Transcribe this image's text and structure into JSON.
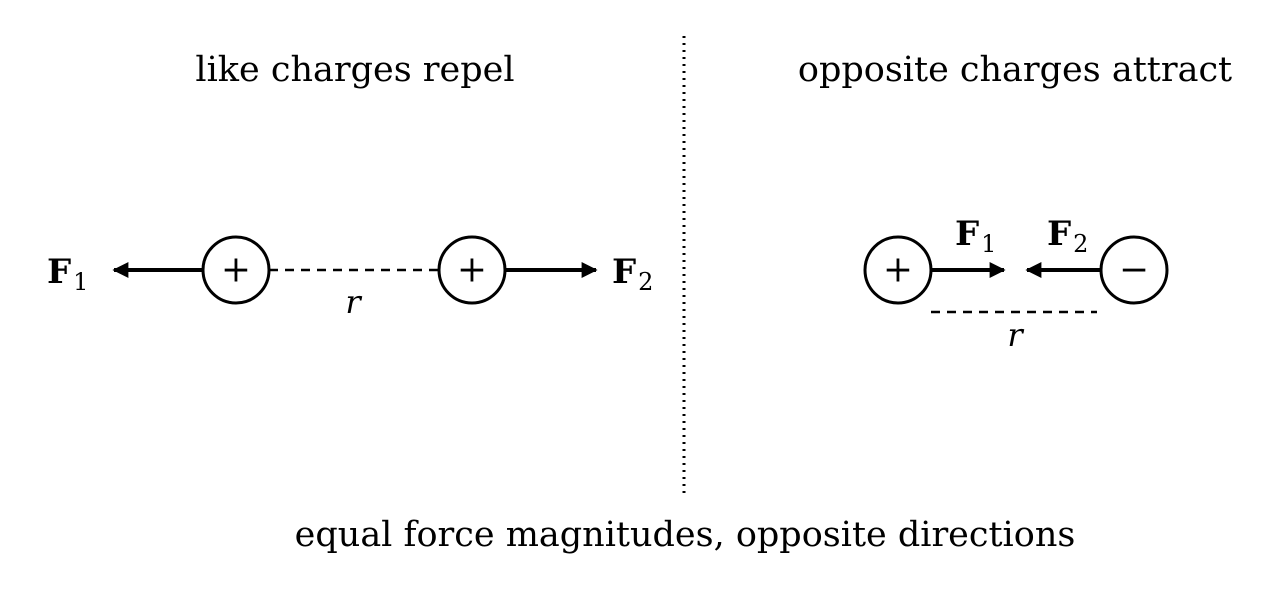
{
  "headings": {
    "left": "like charges repel",
    "right": "opposite charges attract"
  },
  "caption": "equal force magnitudes, opposite directions",
  "left_panel": {
    "charge_a": "+",
    "charge_b": "+",
    "force_a": {
      "symbol": "F",
      "subscript": "1"
    },
    "force_b": {
      "symbol": "F",
      "subscript": "2"
    },
    "distance_label": "r"
  },
  "right_panel": {
    "charge_a": "+",
    "charge_b": "−",
    "force_a": {
      "symbol": "F",
      "subscript": "1"
    },
    "force_b": {
      "symbol": "F",
      "subscript": "2"
    },
    "distance_label": "r"
  }
}
